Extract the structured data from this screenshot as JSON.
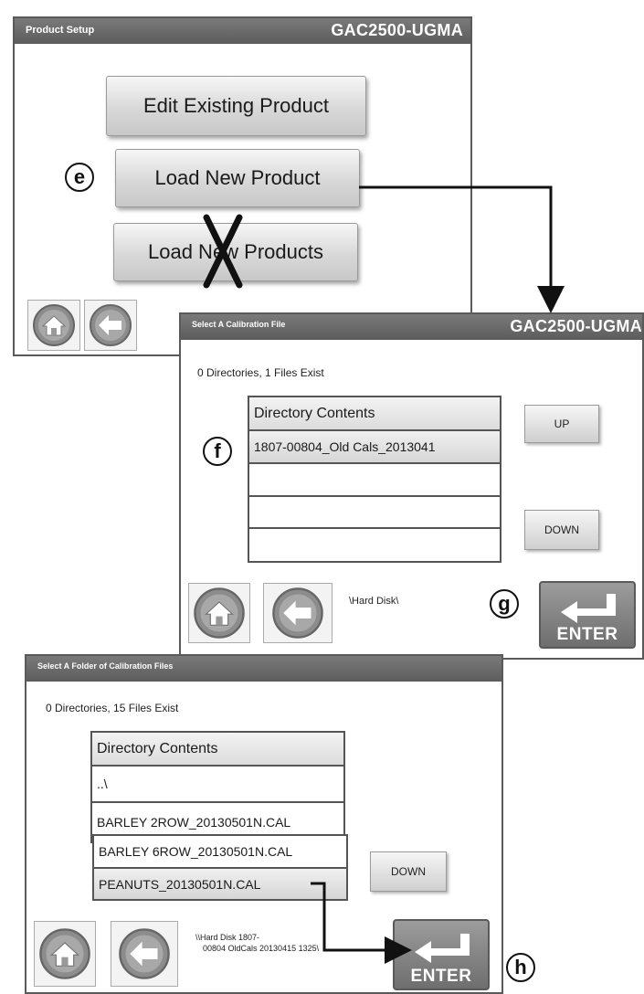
{
  "screen1": {
    "title_left": "Product Setup",
    "title_right": "GAC2500-UGMA",
    "buttons": {
      "edit_existing": "Edit Existing Product",
      "load_new": "Load New Product",
      "load_new_multi": "Load New Products"
    }
  },
  "screen2": {
    "title_left": "Select A Calibration File",
    "title_right": "GAC2500-UGMA",
    "info": "0 Directories, 1 Files Exist",
    "table": {
      "header": "Directory Contents",
      "rows": [
        "1807-00804_Old Cals_2013041",
        "",
        "",
        ""
      ]
    },
    "up_label": "UP",
    "down_label": "DOWN",
    "path": "\\Hard Disk\\",
    "enter_label": "ENTER"
  },
  "screen3": {
    "title_left": "Select A Folder of Calibration Files",
    "info": "0 Directories, 15 Files Exist",
    "table": {
      "header": "Directory Contents",
      "rows": [
        "..\\",
        "BARLEY 2ROW_20130501N.CAL",
        "BARLEY 6ROW_20130501N.CAL",
        "PEANUTS_20130501N.CAL"
      ]
    },
    "down_label": "DOWN",
    "path_line1": "\\\\Hard Disk 1807-",
    "path_line2": "00804 OldCals 20130415 1325\\",
    "enter_label": "ENTER"
  },
  "callouts": {
    "e": "e",
    "f": "f",
    "g": "g",
    "h": "h"
  }
}
